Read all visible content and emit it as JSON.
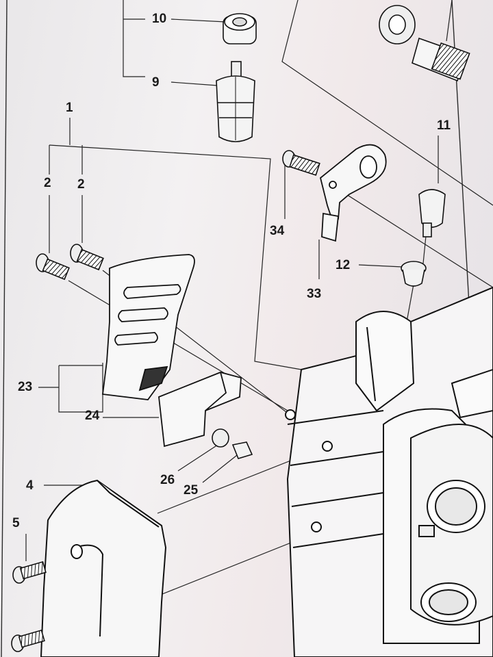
{
  "part_labels": {
    "p1": "1",
    "p2a": "2",
    "p2b": "2",
    "p4": "4",
    "p5": "5",
    "p9": "9",
    "p10": "10",
    "p11": "11",
    "p12": "12",
    "p23": "23",
    "p24": "24",
    "p25": "25",
    "p26": "26",
    "p33": "33",
    "p34": "34"
  },
  "colors": {
    "ink": "#1c1c1c",
    "paper": "#f1eff0",
    "part_fill": "#f7f7f7"
  }
}
